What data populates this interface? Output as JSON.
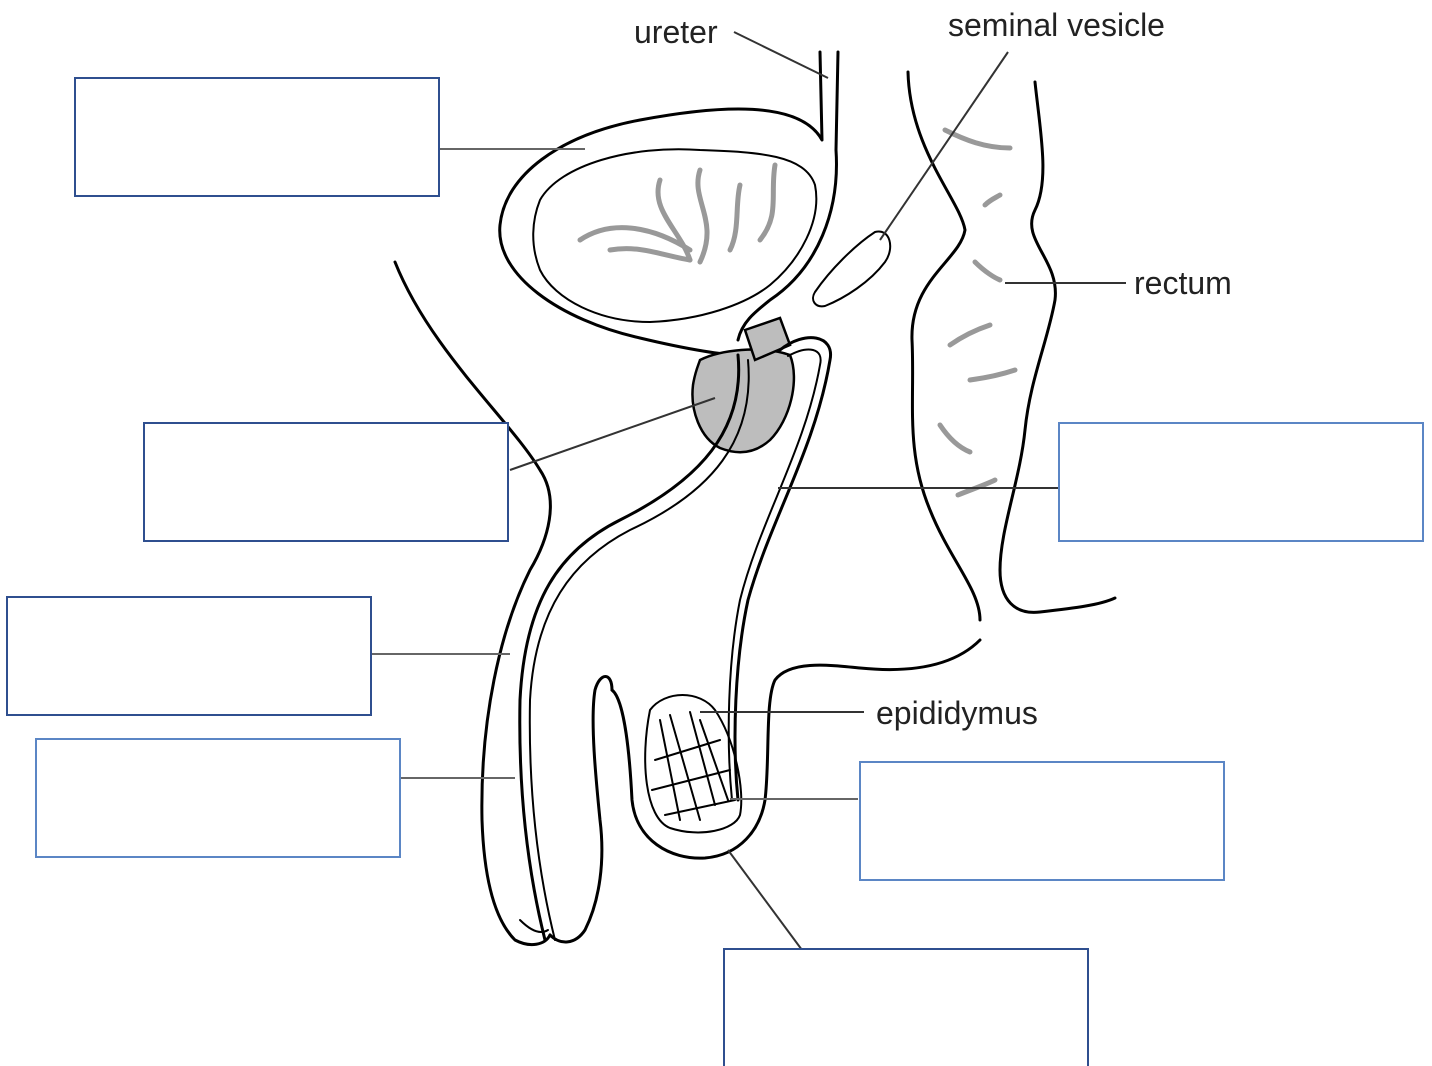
{
  "labels": {
    "ureter": "ureter",
    "seminal_vesicle": "seminal vesicle",
    "rectum": "rectum",
    "epididymus": "epididymus"
  },
  "answer_boxes": [
    {
      "id": "bladder",
      "value": ""
    },
    {
      "id": "prostate",
      "value": ""
    },
    {
      "id": "penis",
      "value": ""
    },
    {
      "id": "urethra",
      "value": ""
    },
    {
      "id": "sperm-duct",
      "value": ""
    },
    {
      "id": "testis",
      "value": ""
    },
    {
      "id": "scrotum",
      "value": ""
    }
  ],
  "colors": {
    "line": "#000000",
    "gland_fill": "#bdbdbd",
    "fold": "#999999",
    "box_border_dark": "#2f4f8f",
    "box_border_light": "#5b86c5"
  }
}
